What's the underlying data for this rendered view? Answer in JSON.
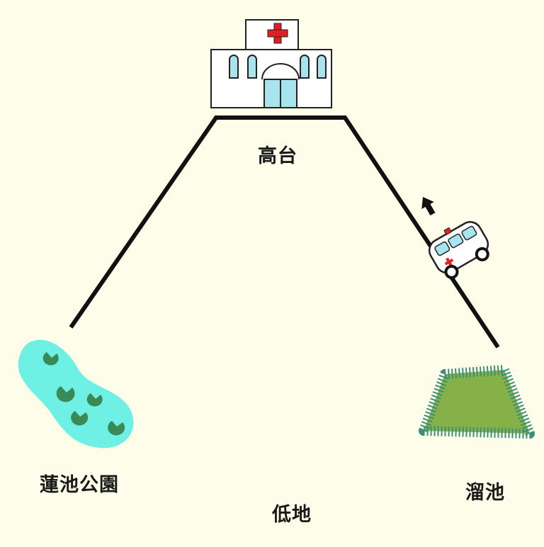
{
  "labels": {
    "highland": "高台",
    "lotus_park": "蓮池公園",
    "lowland": "低地",
    "pond": "溜池"
  },
  "icons": {
    "hospital": "hospital-icon",
    "ambulance": "ambulance-icon",
    "arrow": "arrow-up-icon",
    "lotus_pond": "lotus-pond-icon",
    "grass_pond": "grass-pond-icon"
  },
  "colors": {
    "background": "#fdfdea",
    "outline": "#111111",
    "cross": "#e02020",
    "glass": "#a8e4ee",
    "pond_water": "#6ff0e4",
    "lily_pad": "#3a8a55",
    "grass_fill": "#86b048",
    "grass_edge": "#3a8f7a"
  }
}
